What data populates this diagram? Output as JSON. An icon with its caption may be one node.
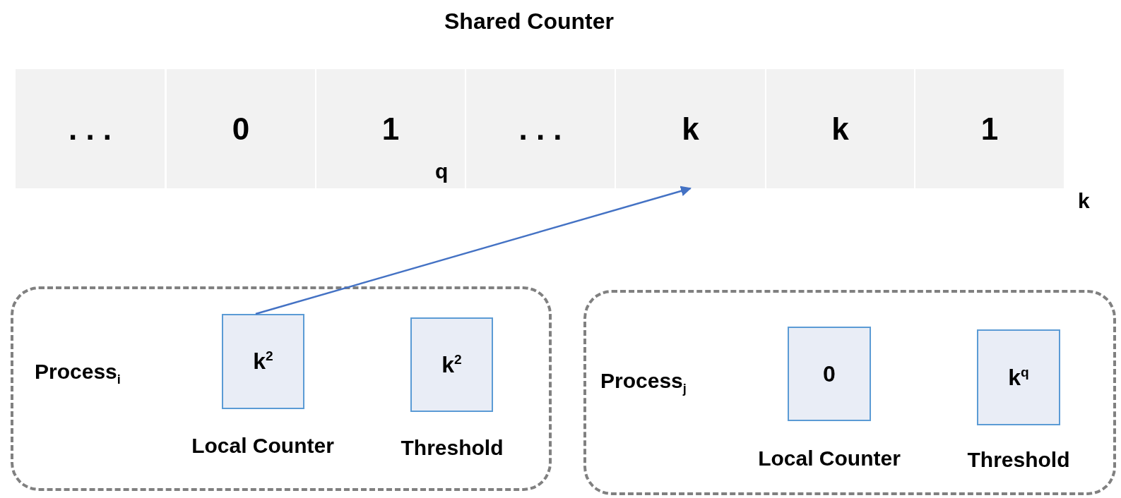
{
  "diagram": {
    "title": "Shared Counter",
    "nodes": [
      {
        "text": [
          ". . ."
        ]
      },
      {
        "text": [
          "0"
        ]
      },
      {
        "text": [
          "1"
        ]
      },
      {
        "text": [
          ". . ."
        ]
      },
      {
        "text": [
          "k"
        ]
      },
      {
        "text": [
          "k"
        ]
      },
      {
        "text": [
          "1"
        ]
      },
      {
        "text": [
          "Process$_{i}$"
        ]
      },
      {
        "text": [
          "k$^{2}$"
        ],
        "in": 7,
        "beside": [
          "Local Counter"
        ]
      },
      {
        "text": [
          "k$^{2}$"
        ],
        "in": 7,
        "beside": [
          "Threshold"
        ]
      },
      {
        "text": [
          "Process$_{j}$"
        ]
      },
      {
        "text": [
          "0"
        ],
        "in": 10,
        "beside": [
          "Local Counter"
        ]
      },
      {
        "text": [
          "k$^{q}$"
        ],
        "in": 10,
        "beside": [
          "Threshold"
        ]
      }
    ],
    "edges": [
      {
        "from": 8,
        "to": 4,
        "arrow": "to"
      }
    ],
    "labels": [
      "q",
      "k"
    ]
  }
}
